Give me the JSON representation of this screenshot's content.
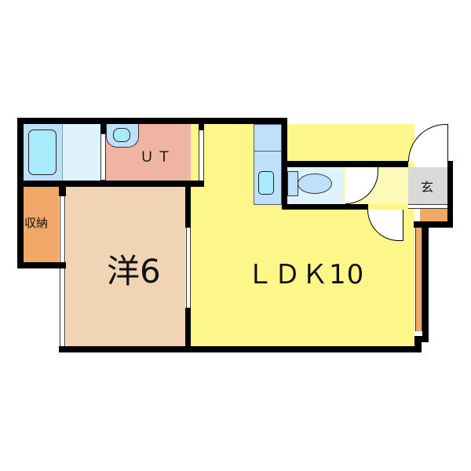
{
  "floorplan": {
    "rooms": [
      {
        "id": "western",
        "label": "洋6",
        "color": "#f0d4b4"
      },
      {
        "id": "ldk",
        "label": "ＬＤＫ10",
        "color": "#fdf78a"
      },
      {
        "id": "ut",
        "label": "ＵＴ",
        "color": "#efb5a2"
      },
      {
        "id": "storage",
        "label": "収納",
        "color": "#f0a868"
      },
      {
        "id": "entrance",
        "label": "玄",
        "color": "#d9d9d9"
      },
      {
        "id": "bath",
        "label": "",
        "color": "#dff3fc"
      },
      {
        "id": "toilet",
        "label": "",
        "color": "#dff3fc"
      },
      {
        "id": "hall",
        "label": "",
        "color": "#fdf9b8"
      },
      {
        "id": "shoe-storage",
        "label": "",
        "color": "#f0a868"
      }
    ],
    "colors": {
      "wall": "#000000",
      "fixture": "#bfe0fb",
      "fixture_inner": "#a8ecfb"
    }
  }
}
